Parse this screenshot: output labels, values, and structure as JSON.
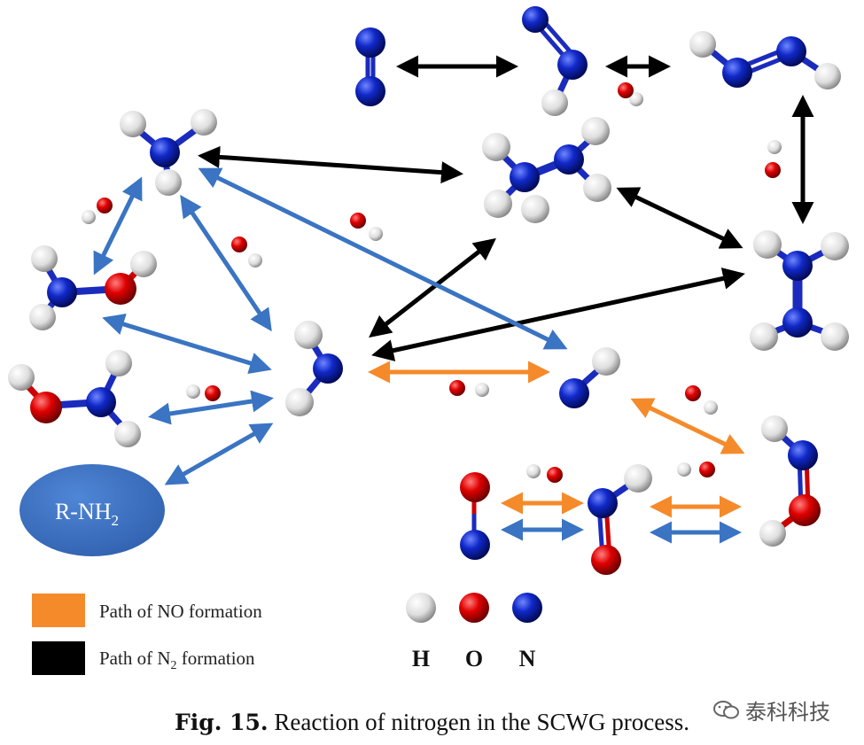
{
  "colors": {
    "hydrogen": "#e8e8e8",
    "oxygen": "#d40000",
    "nitrogen": "#0a1fb0",
    "path_no": "#f58a2a",
    "path_n2": "#000000",
    "path_other": "#3a74c2",
    "rnh2_fill": "#3a6fbf"
  },
  "source_label": {
    "prefix": "R-NH",
    "subscript": "2"
  },
  "legend": {
    "no_path": "Path of NO formation",
    "n2_path_prefix": "Path of N",
    "n2_path_sub": "2",
    "n2_path_suffix": " formation"
  },
  "atom_key": {
    "h": "H",
    "o": "O",
    "n": "N"
  },
  "caption": {
    "fig": "Fig. 15.",
    "text": "Reaction of nitrogen in the SCWG process."
  },
  "watermark": "泰科科技"
}
